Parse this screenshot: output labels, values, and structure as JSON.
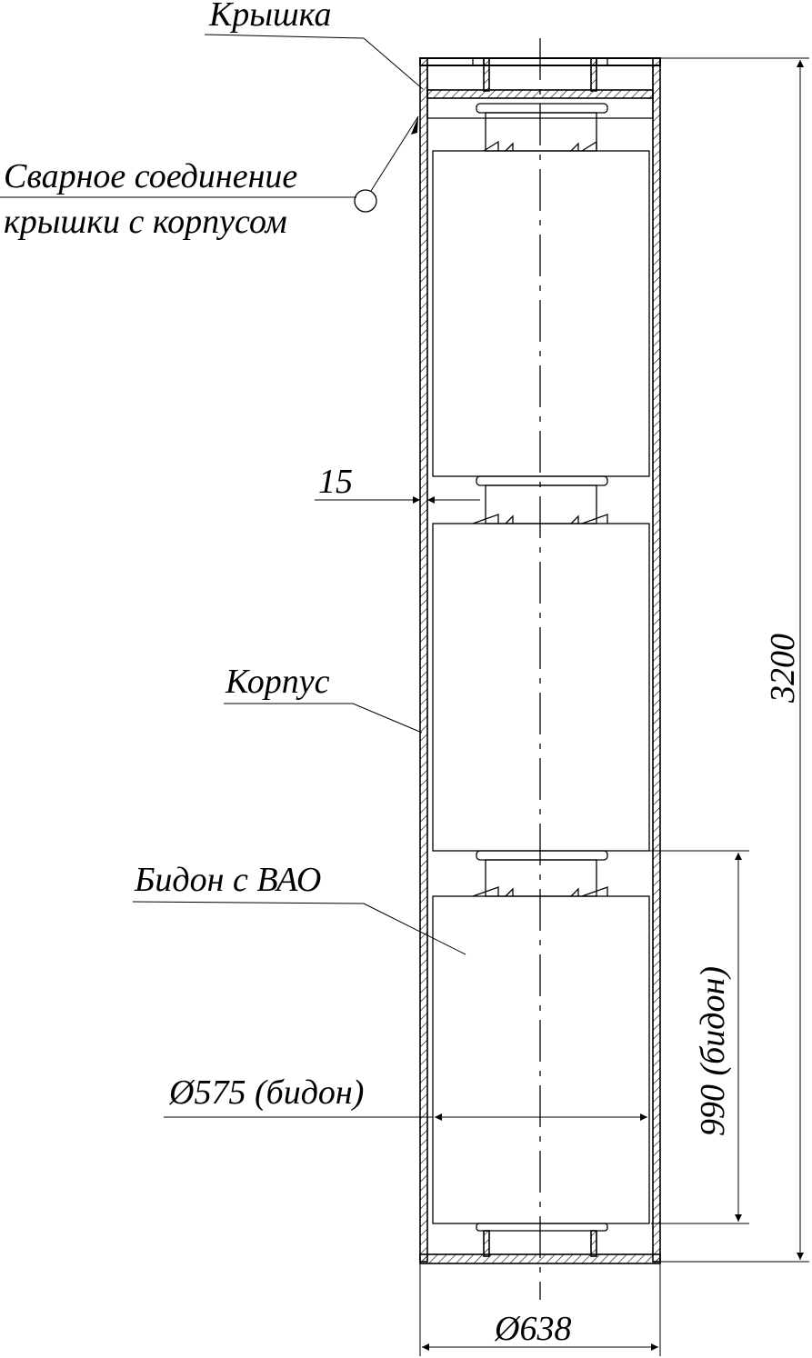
{
  "labels": {
    "lid": "Крышка",
    "weld_line1": "Сварное соединение",
    "weld_line2": "крышки с корпусом",
    "body": "Корпус",
    "canister": "Бидон с ВАО"
  },
  "dimensions": {
    "wall_thickness": "15",
    "total_height": "3200",
    "canister_height": "990 (бидон)",
    "canister_diameter": "Ø575 (бидон)",
    "outer_diameter": "Ø638"
  }
}
